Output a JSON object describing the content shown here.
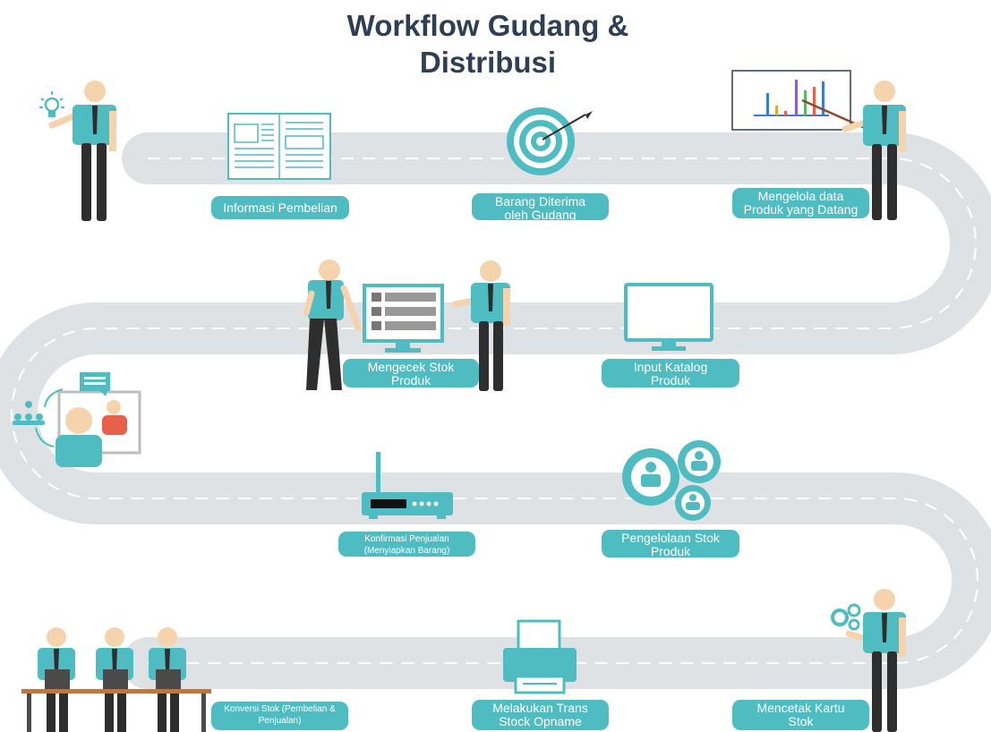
{
  "title_line1": "Workflow Gudang &",
  "title_line2": "Distribusi",
  "steps": [
    {
      "label": "Informasi Pembelian"
    },
    {
      "label": "Barang Diterima\noleh Gudang"
    },
    {
      "label": "Mengelola data\nProduk yang Datang"
    },
    {
      "label": "Mengecek Stok\nProduk"
    },
    {
      "label": "Input Katalog\nProduk"
    },
    {
      "label": "Konfirmasi Penjualan\n(Menyiapkan Barang)"
    },
    {
      "label": "Pengelolaan Stok\nProduk"
    },
    {
      "label": "Konversi Stok (Pembelian &\nPenjualan)"
    },
    {
      "label": "Melakukan Trans\nStock Opname"
    },
    {
      "label": "Mencetak Kartu\nStok"
    }
  ],
  "colors": {
    "road": "#dfe2e5",
    "dash": "#ffffff",
    "teal": "#4fbcc2",
    "skin": "#f5d3ad",
    "dark": "#2e2e2e",
    "title": "#2e3f53"
  }
}
